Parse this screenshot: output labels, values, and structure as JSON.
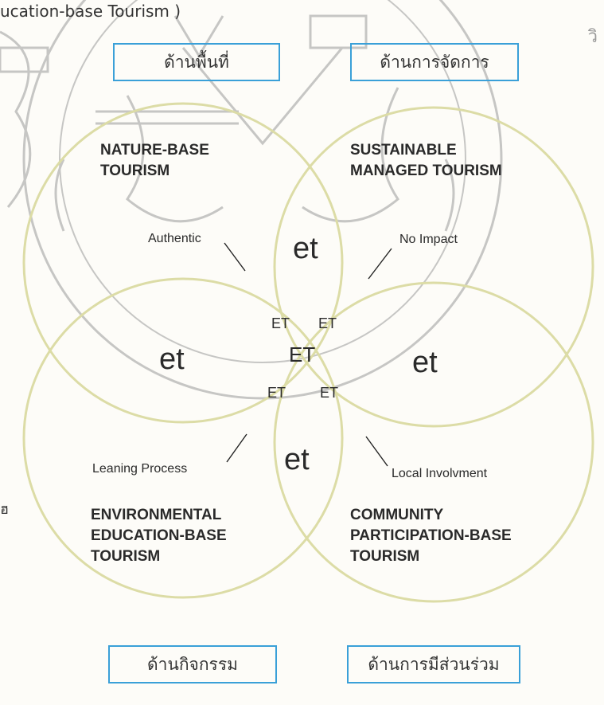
{
  "heading": "ucation-base Tourism )",
  "aspects": {
    "area": "ด้านพื้นที่",
    "management": "ด้านการจัดการ",
    "activity": "ด้านกิจกรรม",
    "participation": "ด้านการมีส่วนร่วม"
  },
  "categories": {
    "nature": "NATURE-BASE\nTOURISM",
    "sustainable": "SUSTAINABLE\nMANAGED TOURISM",
    "environmental": "ENVIRONMENTAL\nEDUCATION-BASE\nTOURISM",
    "community": "COMMUNITY\nPARTICIPATION-BASE\nTOURISM"
  },
  "notes": {
    "authentic": "Authentic",
    "no_impact": "No Impact",
    "learning": "Leaning Process",
    "local": "Local Involvment"
  },
  "et_labels": {
    "top": "et",
    "left": "et",
    "right": "et",
    "bottom": "et",
    "inner_top_left": "ET",
    "inner_top_right": "ET",
    "center": "ET",
    "inner_bottom_left": "ET",
    "inner_bottom_right": "ET"
  },
  "colors": {
    "circle": "#dcdca6",
    "box_border": "#3aa0d8",
    "watermark": "#9a9a9a"
  },
  "side_marks": {
    "right_top": "วิ",
    "left_mid": "ฮ"
  }
}
